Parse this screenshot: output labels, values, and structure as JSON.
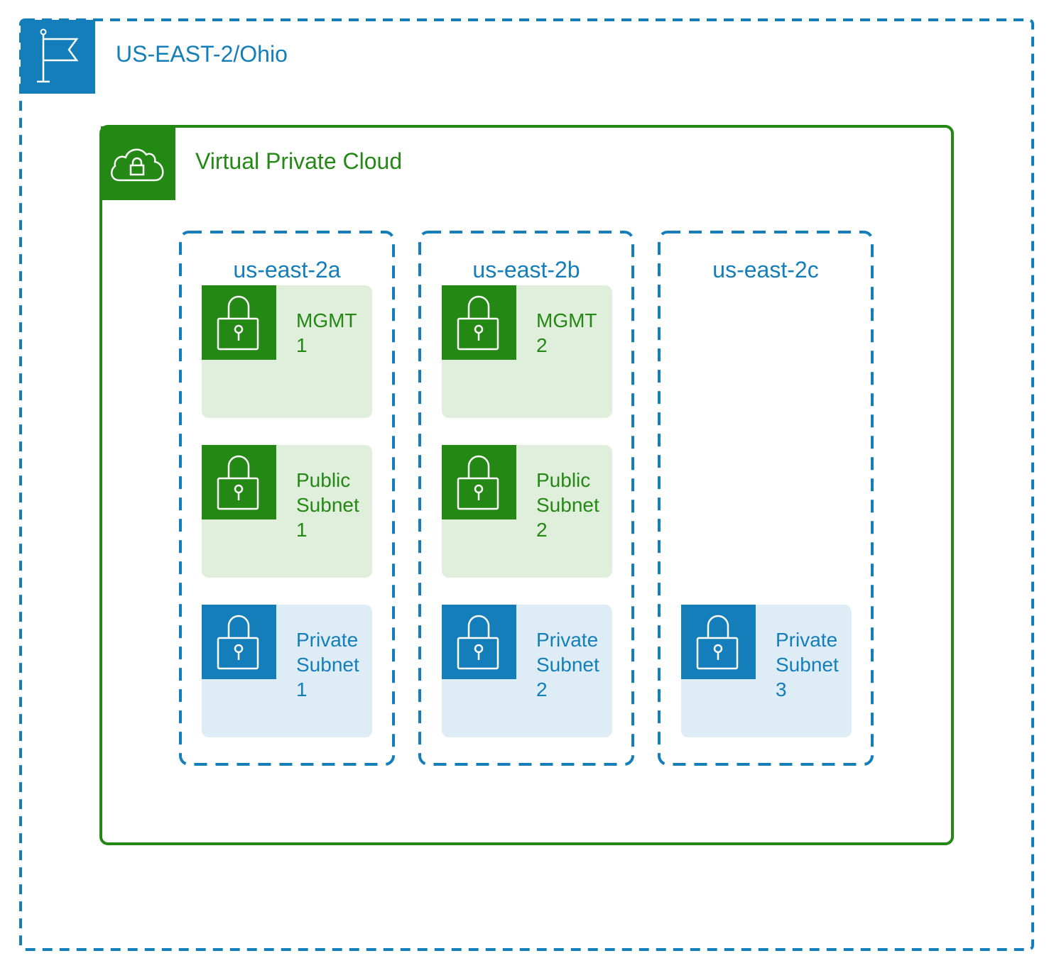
{
  "colors": {
    "region": "#147EBA",
    "vpc": "#248814",
    "public_fill": "#E0EEDC",
    "private_fill": "#DEEDF5"
  },
  "region": {
    "label": "US-EAST-2/Ohio",
    "icon": "flag-icon"
  },
  "vpc": {
    "label": "Virtual Private Cloud",
    "icon": "cloud-lock-icon"
  },
  "availability_zones": [
    {
      "label": "us-east-2a"
    },
    {
      "label": "us-east-2b"
    },
    {
      "label": "us-east-2c"
    }
  ],
  "subnets": [
    {
      "az": "us-east-2a",
      "type": "public",
      "label": "MGMT\n1",
      "icon": "padlock-icon"
    },
    {
      "az": "us-east-2a",
      "type": "public",
      "label": "Public\nSubnet\n1",
      "icon": "padlock-icon"
    },
    {
      "az": "us-east-2a",
      "type": "private",
      "label": "Private\nSubnet\n1",
      "icon": "padlock-icon"
    },
    {
      "az": "us-east-2b",
      "type": "public",
      "label": "MGMT\n2",
      "icon": "padlock-icon"
    },
    {
      "az": "us-east-2b",
      "type": "public",
      "label": "Public\nSubnet\n2",
      "icon": "padlock-icon"
    },
    {
      "az": "us-east-2b",
      "type": "private",
      "label": "Private\nSubnet\n2",
      "icon": "padlock-icon"
    },
    {
      "az": "us-east-2c",
      "type": "private",
      "label": "Private\nSubnet\n3",
      "icon": "padlock-icon"
    }
  ]
}
